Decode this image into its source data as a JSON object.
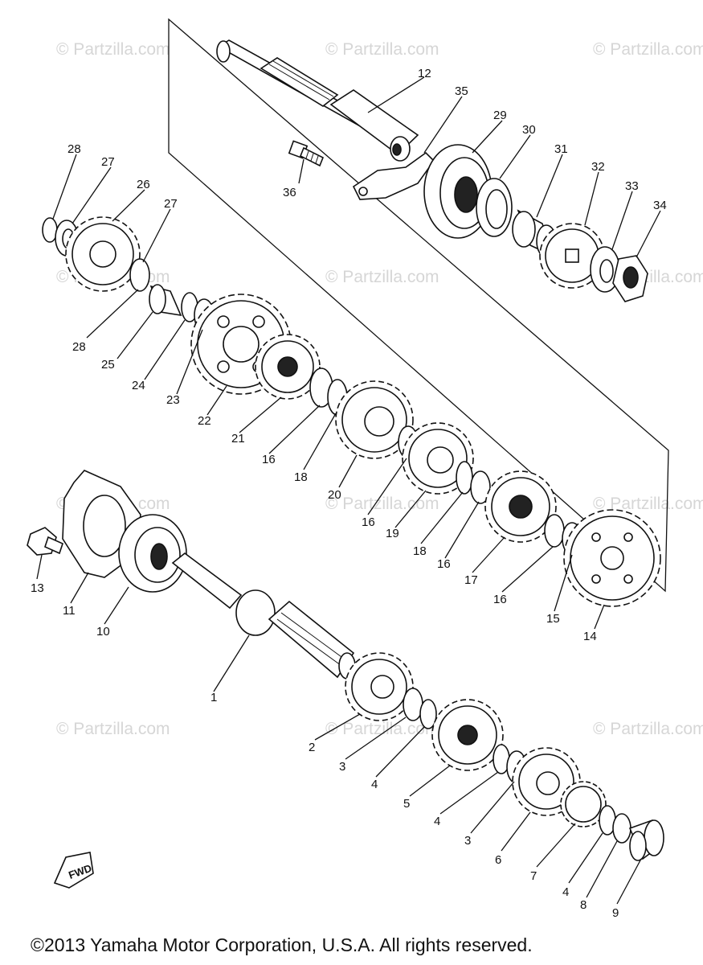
{
  "watermark_text": "© Partzilla.com",
  "copyright": "©2013 Yamaha Motor Corporation, U.S.A. All rights reserved.",
  "direction_marker": "FWD",
  "callouts": [
    "1",
    "2",
    "3",
    "3",
    "4",
    "4",
    "4",
    "5",
    "6",
    "7",
    "8",
    "9",
    "10",
    "11",
    "12",
    "13",
    "14",
    "15",
    "16",
    "16",
    "16",
    "16",
    "17",
    "18",
    "18",
    "19",
    "20",
    "21",
    "22",
    "23",
    "24",
    "25",
    "26",
    "27",
    "27",
    "28",
    "28",
    "29",
    "30",
    "31",
    "32",
    "33",
    "34",
    "35",
    "36"
  ]
}
